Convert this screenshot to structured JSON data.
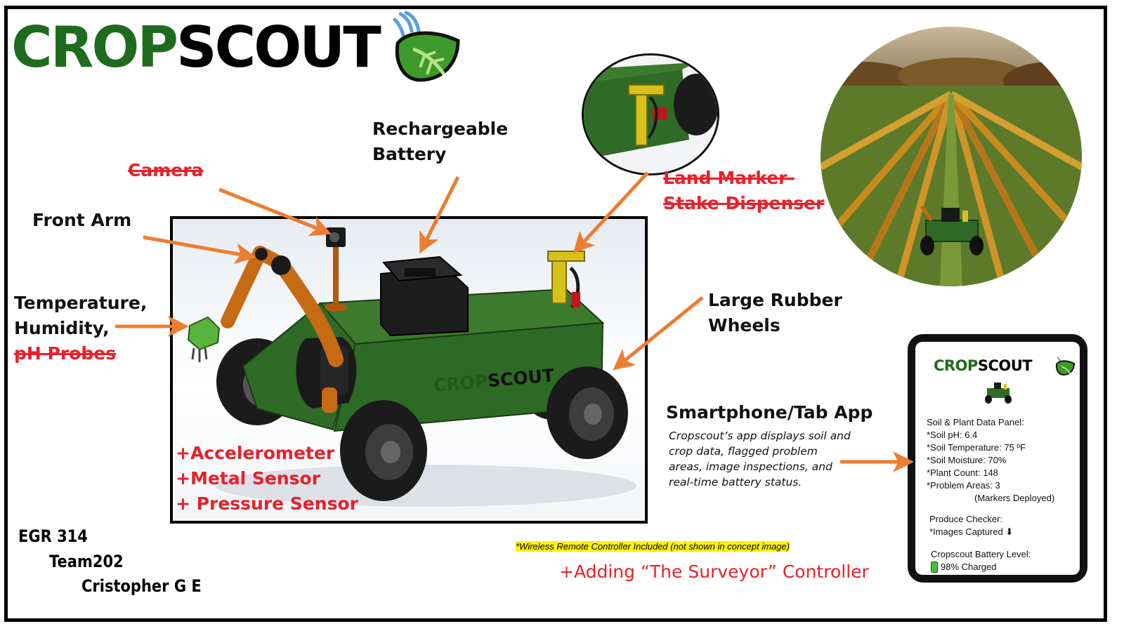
{
  "logo": {
    "part1": "CROP",
    "part2": "SCOUT",
    "icon": "leaf-icon"
  },
  "labels": {
    "camera": "Camera",
    "battery_line1": "Rechargeable",
    "battery_line2": "Battery",
    "front_arm": "Front Arm",
    "probes_line1": "Temperature,",
    "probes_line2": "Humidity,",
    "probes_line3": "pH Probes",
    "stake_line1": "Land Marker-",
    "stake_line2": "Stake Dispenser",
    "wheels_line1": "Large Rubber",
    "wheels_line2": "Wheels"
  },
  "sensors": [
    "+Accelerometer",
    "+Metal Sensor",
    "+ Pressure Sensor"
  ],
  "robot_body_logo": {
    "part1": "CROP",
    "part2": "SCOUT"
  },
  "app": {
    "title": "Smartphone/Tab  App",
    "description": "Cropscout’s app displays soil and crop data, flagged problem areas, image inspections, and real-time battery status."
  },
  "tablet": {
    "logo_part1": "CROP",
    "logo_part2": "SCOUT",
    "panel_title": "Soil & Plant Data Panel:",
    "readings": [
      "*Soil pH: 6.4",
      "*Soil Temperature:  75 ºF",
      "*Soil Moisture:  70%",
      "*Plant Count: 148",
      "*Problem Areas: 3"
    ],
    "markers_note": "(Markers Deployed)",
    "produce_title": "Produce Checker:",
    "images_captured": "*Images Captured",
    "battery_title": "Cropscout Battery Level:",
    "battery_value": "98% Charged",
    "battery_level": 0.98
  },
  "credits": {
    "course": "EGR 314",
    "team": "Team202",
    "author": "Cristopher G E"
  },
  "note": "*Wireless Remote Controller Included (not shown in concept image)",
  "controller": "+Adding “The Surveyor” Controller",
  "colors": {
    "brand_green": "#1e6b1e",
    "accent_red": "#e8202a",
    "arrow_orange": "#ed7d31",
    "highlight": "#fff200"
  }
}
